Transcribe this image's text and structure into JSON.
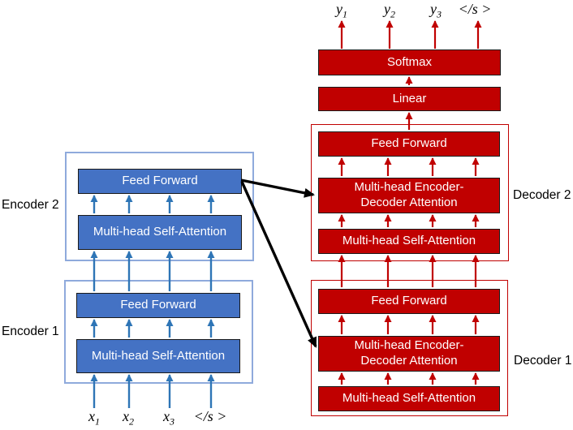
{
  "encoders": {
    "encoder1": {
      "label": "Encoder 1",
      "feed_forward": "Feed Forward",
      "self_attention": "Multi-head Self-Attention"
    },
    "encoder2": {
      "label": "Encoder 2",
      "feed_forward": "Feed Forward",
      "self_attention": "Multi-head Self-Attention"
    }
  },
  "decoders": {
    "decoder1": {
      "label": "Decoder 1",
      "feed_forward": "Feed Forward",
      "enc_dec_attention_line1": "Multi-head Encoder-",
      "enc_dec_attention_line2": "Decoder Attention",
      "self_attention": "Multi-head Self-Attention"
    },
    "decoder2": {
      "label": "Decoder 2",
      "feed_forward": "Feed Forward",
      "enc_dec_attention_line1": "Multi-head Encoder-",
      "enc_dec_attention_line2": "Decoder Attention",
      "self_attention": "Multi-head Self-Attention"
    }
  },
  "output_head": {
    "softmax": "Softmax",
    "linear": "Linear"
  },
  "io": {
    "inputs": [
      {
        "base": "x",
        "sub": "1"
      },
      {
        "base": "x",
        "sub": "2"
      },
      {
        "base": "x",
        "sub": "3"
      },
      {
        "base": "</s >",
        "sub": ""
      }
    ],
    "outputs": [
      {
        "base": "y",
        "sub": "1"
      },
      {
        "base": "y",
        "sub": "2"
      },
      {
        "base": "y",
        "sub": "3"
      },
      {
        "base": "</s >",
        "sub": ""
      }
    ]
  },
  "colors": {
    "encoder_fill": "#4472C4",
    "encoder_arrow": "#2E75B6",
    "encoder_outline": "#8FAADC",
    "decoder_fill": "#C00000",
    "decoder_outline": "#C00000",
    "box_border": "#1A1A1A",
    "black_arrow": "#000000",
    "text_light": "#FFFFFF",
    "text_dark": "#000000"
  }
}
